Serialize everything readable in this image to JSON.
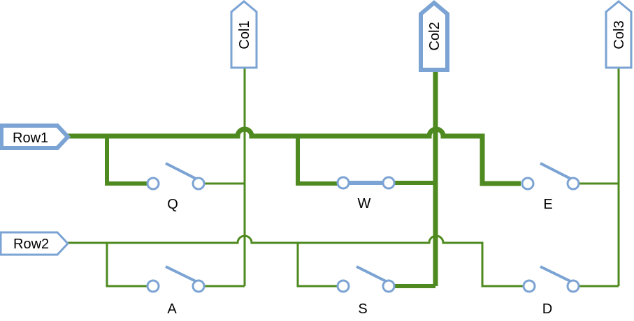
{
  "colors": {
    "wire": "#4e8a1f",
    "port_stroke": "#7ba3d3",
    "port_fill": "#ffffff",
    "text": "#000000"
  },
  "rows": [
    {
      "id": "row1",
      "label": "Row1",
      "active": true
    },
    {
      "id": "row2",
      "label": "Row2",
      "active": false
    }
  ],
  "columns": [
    {
      "id": "col1",
      "label": "Col1",
      "active": false
    },
    {
      "id": "col2",
      "label": "Col2",
      "active": true
    },
    {
      "id": "col3",
      "label": "Col3",
      "active": false
    }
  ],
  "keys": [
    {
      "label": "Q",
      "row": "row1",
      "col": "col1",
      "pressed": false
    },
    {
      "label": "W",
      "row": "row1",
      "col": "col2",
      "pressed": true
    },
    {
      "label": "E",
      "row": "row1",
      "col": "col3",
      "pressed": false
    },
    {
      "label": "A",
      "row": "row2",
      "col": "col1",
      "pressed": false
    },
    {
      "label": "S",
      "row": "row2",
      "col": "col2",
      "pressed": false
    },
    {
      "label": "D",
      "row": "row2",
      "col": "col3",
      "pressed": false
    }
  ]
}
